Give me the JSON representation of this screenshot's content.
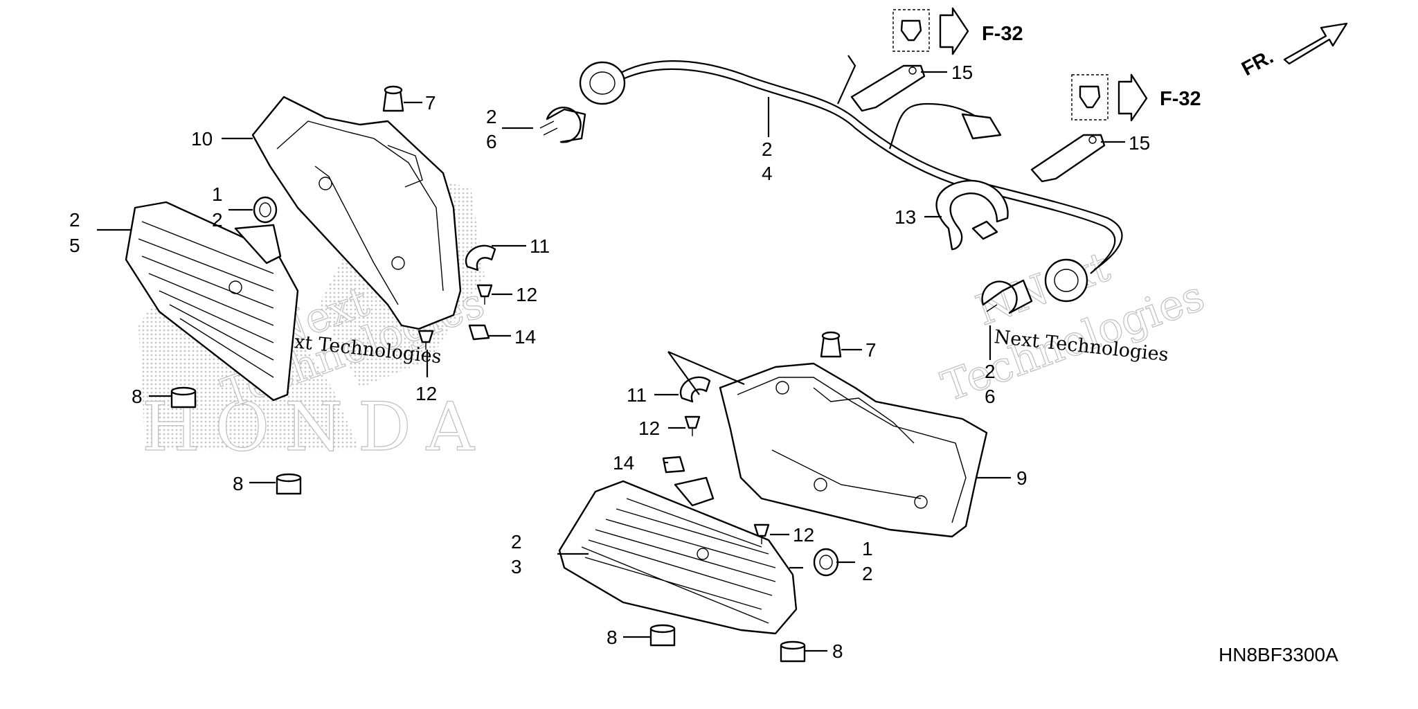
{
  "diagram": {
    "code": "HN8BF3300A",
    "front_marker": "FR.",
    "watermark": {
      "brand": "HONDA",
      "text_1": "Next Technologies",
      "text_2": "NNext",
      "text_3": "Technologies"
    },
    "refs": {
      "ref_upper": "F-32",
      "ref_right": "F-32"
    },
    "callouts": {
      "c_1a": "1",
      "c_2a": "2",
      "c_2b": "2",
      "c_5": "5",
      "c_10": "10",
      "c_7a": "7",
      "c_2c": "2",
      "c_6a": "6",
      "c_2d": "2",
      "c_4": "4",
      "c_15a": "15",
      "c_15b": "15",
      "c_11a": "11",
      "c_12a": "12",
      "c_14a": "14",
      "c_12b": "12",
      "c_8a": "8",
      "c_8b": "8",
      "c_13": "13",
      "c_2e": "2",
      "c_6b": "6",
      "c_7b": "7",
      "c_11b": "11",
      "c_12c": "12",
      "c_14b": "14",
      "c_9": "9",
      "c_12d": "12",
      "c_1b": "1",
      "c_2f": "2",
      "c_2g": "2",
      "c_3": "3",
      "c_8c": "8",
      "c_8d": "8"
    }
  }
}
